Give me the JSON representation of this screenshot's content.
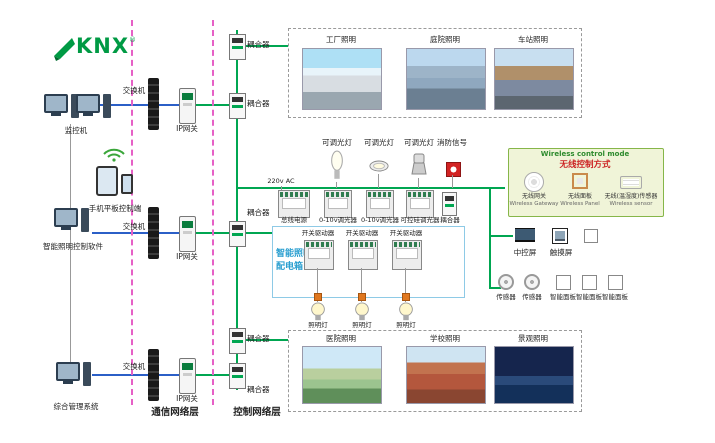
{
  "logo": {
    "text": "KNX",
    "reg": "®"
  },
  "left": {
    "monitor_label": "监控机",
    "mobile_label": "手机平板控制端",
    "software_label": "智能照明控制软件",
    "management_label": "综合管理系统"
  },
  "network": {
    "switch_label": "交换机",
    "gateway_label": "IP网关",
    "coupler_label": "耦合器",
    "comm_layer": "通信网络层",
    "ctrl_layer": "控制网络层"
  },
  "scenes_top": [
    "工厂照明",
    "庭院照明",
    "车站照明"
  ],
  "scenes_bottom": [
    "医院照明",
    "学校照明",
    "景观照明"
  ],
  "cabinet": {
    "title1": "智能照明",
    "title2": "配电箱",
    "power_input": "220v AC",
    "row1": [
      "总线电源",
      "0-10v调光器",
      "0-10v调光器",
      "可控硅调光器",
      "耦合器"
    ],
    "lights_top": [
      "可调光灯",
      "可调光灯",
      "可调光灯",
      "消防信号"
    ],
    "row2": [
      "开关驱动器",
      "开关驱动器",
      "开关驱动器"
    ],
    "lights_bottom": [
      "照明灯",
      "照明灯",
      "照明灯"
    ]
  },
  "wireless": {
    "title_en": "Wireless control mode",
    "title_zh": "无线控制方式",
    "devices": [
      {
        "zh": "无线网关",
        "en": "Wireless Gateway"
      },
      {
        "zh": "无线面板",
        "en": "Wireless Panel"
      },
      {
        "zh": "无线(温湿度)传感器",
        "en": "Wireless sensor"
      }
    ]
  },
  "right_devices": {
    "screens": [
      "中控屏",
      "触摸屏"
    ],
    "sensors": [
      "传感器",
      "传感器"
    ],
    "panels": [
      "智能面板",
      "智能面板",
      "智能面板"
    ]
  },
  "colors": {
    "bus_green": "#00a651",
    "line_blue": "#2b5fc7",
    "layer_pink": "#e660c6",
    "cabinet_blue": "#8ecae6",
    "knx_green": "#009a44",
    "wireless_title_red": "#cc2222"
  }
}
